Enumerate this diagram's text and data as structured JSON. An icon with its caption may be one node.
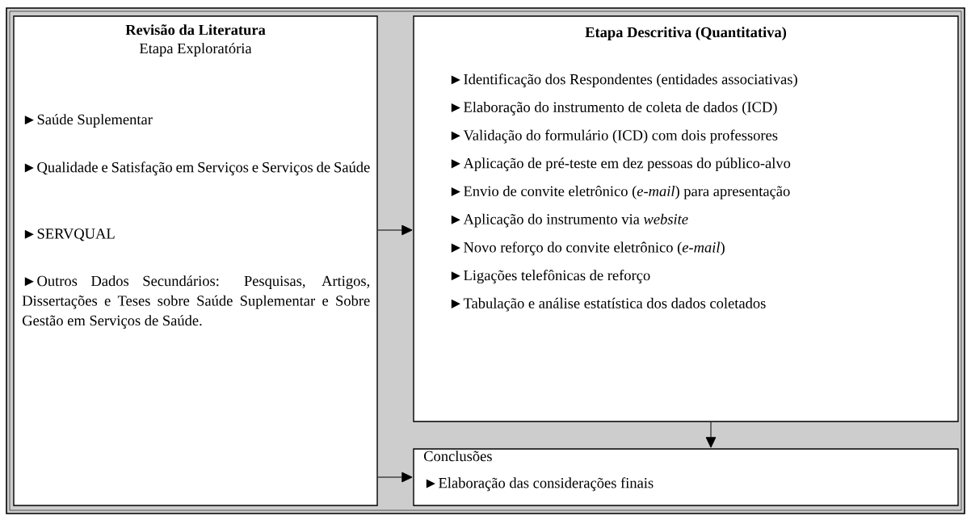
{
  "diagram": {
    "nodes": [
      {
        "text": [
          "Revisão da Literatura",
          "Etapa Exploratória",
          "►Saúde Suplementar",
          "►Qualidade e Satisfação em Serviços e Serviços de Saúde",
          "►SERVQUAL",
          "►Outros Dados Secundários: Pesquisas, Artigos, Dissertações e Teses sobre Saúde Suplementar e Sobre Gestão em Serviços de Saúde."
        ]
      },
      {
        "text": [
          "Etapa Descritiva (Quantitativa)",
          "►Identificação dos Respondentes (entidades associativas)",
          "►Elaboração do instrumento de coleta de dados (ICD)",
          "►Validação do formulário (ICD) com dois professores",
          "►Aplicação de pré-teste em dez pessoas do público-alvo",
          "►Envio de convite eletrônico (*e-mail*) para apresentação",
          "►Aplicação do instrumento via *website*",
          "►Novo reforço do convite eletrônico (*e-mail*)",
          "►Ligações telefônicas de reforço",
          "►Tabulação e análise estatística dos dados coletados"
        ]
      },
      {
        "text": [
          "Conclusões",
          "►Elaboração das considerações finais"
        ]
      }
    ],
    "edges": [
      {
        "from": 0,
        "to": 1,
        "arrow": "to"
      },
      {
        "from": 1,
        "to": 2,
        "arrow": "to"
      },
      {
        "from": 0,
        "to": 2,
        "arrow": "to"
      }
    ]
  }
}
